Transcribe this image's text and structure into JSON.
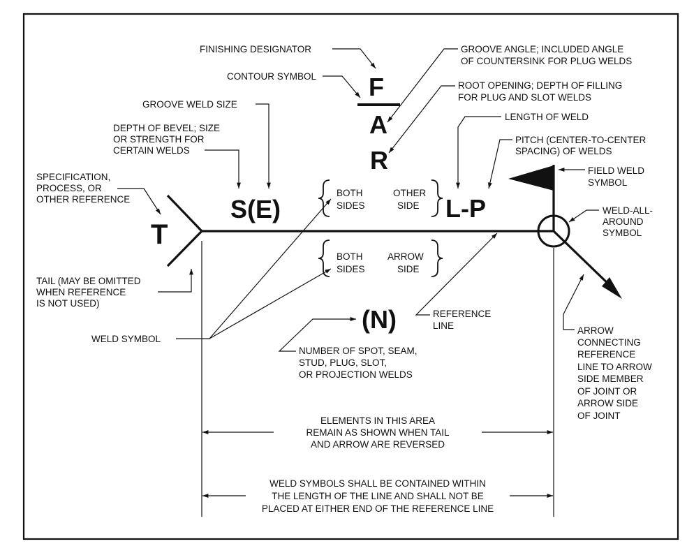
{
  "symbols": {
    "T": "T",
    "SE": "S(E)",
    "F": "F",
    "A": "A",
    "R": "R",
    "LP": "L-P",
    "N": "(N)",
    "brace_top_both": "BOTH",
    "brace_top_both2": "SIDES",
    "brace_top_other": "OTHER",
    "brace_top_other2": "SIDE",
    "brace_bot_both": "BOTH",
    "brace_bot_both2": "SIDES",
    "brace_bot_arrow": "ARROW",
    "brace_bot_arrow2": "SIDE"
  },
  "labels": {
    "finishing_designator": "FINISHING DESIGNATOR",
    "contour_symbol": "CONTOUR SYMBOL",
    "groove_weld_size": "GROOVE WELD SIZE",
    "depth_of_bevel": [
      "DEPTH OF BEVEL; SIZE",
      "OR STRENGTH FOR",
      "CERTAIN WELDS"
    ],
    "specification": [
      "SPECIFICATION,",
      "PROCESS, OR",
      "OTHER REFERENCE"
    ],
    "groove_angle": [
      "GROOVE ANGLE; INCLUDED ANGLE",
      "OF COUNTERSINK FOR PLUG WELDS"
    ],
    "root_opening": [
      "ROOT OPENING; DEPTH OF FILLING",
      "FOR PLUG AND SLOT WELDS"
    ],
    "length_of_weld": "LENGTH OF WELD",
    "pitch": [
      "PITCH (CENTER-TO-CENTER",
      "SPACING) OF WELDS"
    ],
    "field_weld": [
      "FIELD WELD",
      "SYMBOL"
    ],
    "weld_all_around": [
      "WELD-ALL-",
      "AROUND",
      "SYMBOL"
    ],
    "tail": [
      "TAIL (MAY BE OMITTED",
      "WHEN REFERENCE",
      "IS NOT USED)"
    ],
    "weld_symbol": "WELD SYMBOL",
    "reference_line": [
      "REFERENCE",
      "LINE"
    ],
    "number_of_spot": [
      "NUMBER OF SPOT, SEAM,",
      "STUD, PLUG, SLOT,",
      "OR PROJECTION WELDS"
    ],
    "arrow_connecting": [
      "ARROW",
      "CONNECTING",
      "REFERENCE",
      "LINE TO ARROW",
      "SIDE MEMBER",
      "OF JOINT OR",
      "ARROW SIDE",
      "OF JOINT"
    ],
    "elements_area": [
      "ELEMENTS IN THIS AREA",
      "REMAIN AS SHOWN WHEN TAIL",
      "AND ARROW ARE REVERSED"
    ],
    "weld_symbols_contained": [
      "WELD SYMBOLS SHALL BE CONTAINED WITHIN",
      "THE LENGTH OF THE LINE AND SHALL NOT BE",
      "PLACED AT EITHER END OF THE REFERENCE LINE"
    ]
  }
}
